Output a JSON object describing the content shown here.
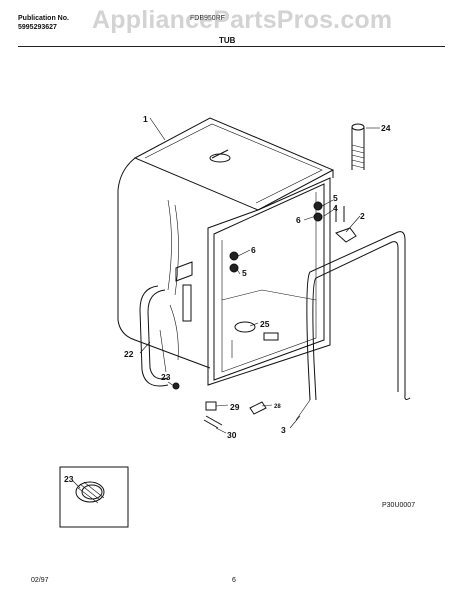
{
  "header": {
    "publication_label": "Publication No.",
    "publication_number": "5995293627",
    "model": "FDB950RF",
    "section_title": "TUB",
    "watermark": "AppliancePartsPros.com"
  },
  "callouts": {
    "c1": "1",
    "c2": "2",
    "c3": "3",
    "c4": "4",
    "c5a": "5",
    "c5b": "5",
    "c6a": "6",
    "c6b": "6",
    "c22": "22",
    "c23a": "23",
    "c23b": "23",
    "c24": "24",
    "c25": "25",
    "c28": "28",
    "c29": "29",
    "c30": "30"
  },
  "diagram_code": "P30U0007",
  "footer": {
    "date": "02/97",
    "page": "6"
  }
}
